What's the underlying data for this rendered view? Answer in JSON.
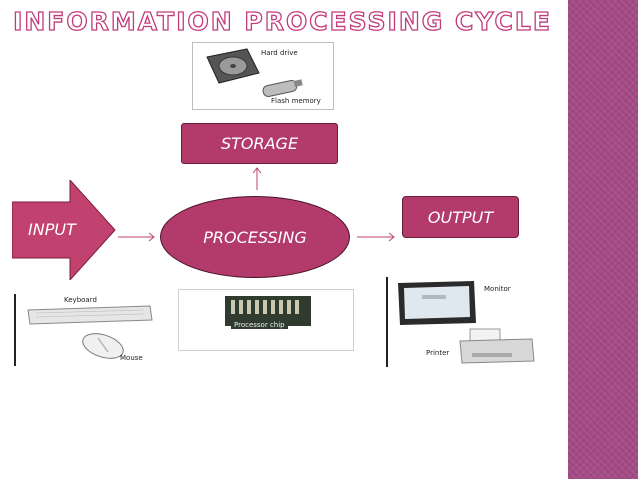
{
  "slide": {
    "title": "INFORMATION PROCESSING CYCLE"
  },
  "nodes": {
    "input": "INPUT",
    "processing": "PROCESSING",
    "storage": "STORAGE",
    "output": "OUTPUT"
  },
  "photos": {
    "storage": {
      "labels": [
        "Hard drive",
        "Flash memory"
      ]
    },
    "input": {
      "labels": [
        "Keyboard",
        "Mouse"
      ]
    },
    "processing": {
      "labels": [
        "Processor chip"
      ]
    },
    "output": {
      "labels": [
        "Monitor",
        "Printer"
      ]
    }
  },
  "colors": {
    "box_fill": "#b33b6c",
    "side_bar": "#a44a86",
    "title_outline": "#c23b7a",
    "input_arrow": "#c2426f"
  },
  "icons": [
    "hard-drive-icon",
    "flash-memory-icon",
    "keyboard-icon",
    "mouse-icon",
    "processor-chip-icon",
    "monitor-icon",
    "printer-icon"
  ]
}
